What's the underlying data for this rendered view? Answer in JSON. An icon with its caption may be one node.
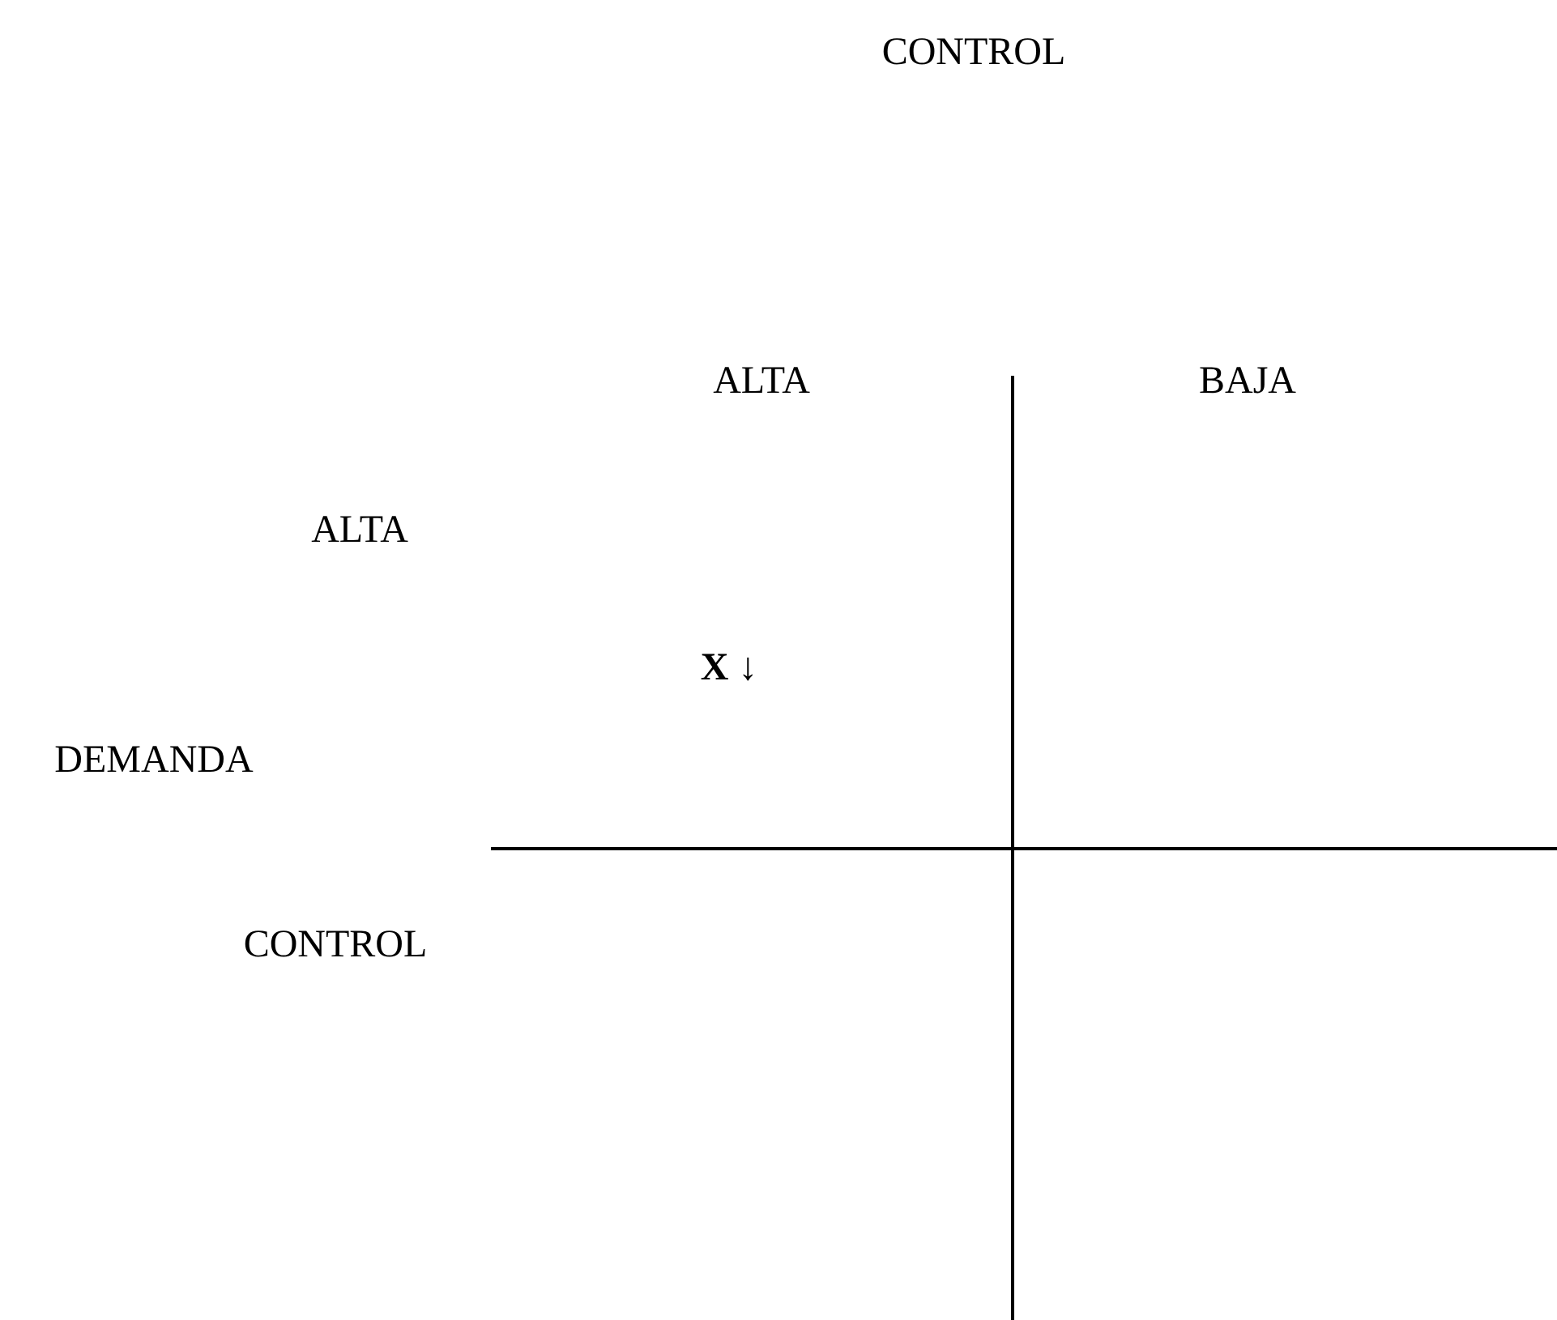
{
  "diagram": {
    "labels": [
      "CONTROL",
      "ALTA",
      "BAJA",
      "ALTA",
      "**X** ↓",
      "DEMANDA",
      "CONTROL"
    ]
  }
}
